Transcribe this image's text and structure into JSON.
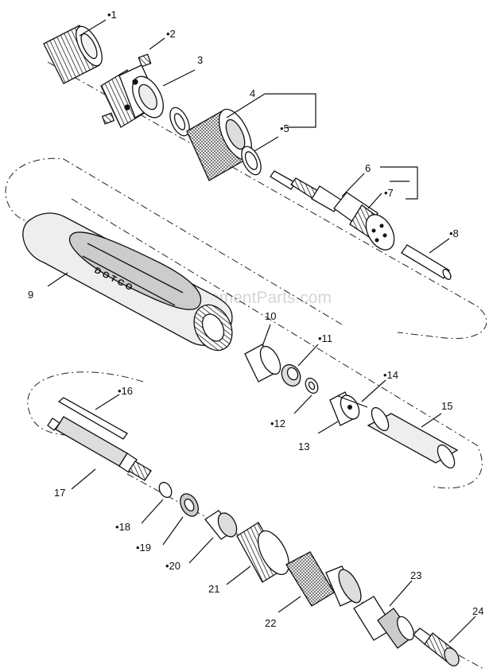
{
  "watermark": "eReplacementParts.com",
  "brand_text": "DOTCO",
  "callouts": [
    {
      "id": "1",
      "text": "•1"
    },
    {
      "id": "2",
      "text": "•2"
    },
    {
      "id": "3",
      "text": "3"
    },
    {
      "id": "4",
      "text": "4"
    },
    {
      "id": "5",
      "text": "•5"
    },
    {
      "id": "6",
      "text": "6"
    },
    {
      "id": "7",
      "text": "•7"
    },
    {
      "id": "8",
      "text": "•8"
    },
    {
      "id": "9",
      "text": "9"
    },
    {
      "id": "10",
      "text": "10"
    },
    {
      "id": "11",
      "text": "•11"
    },
    {
      "id": "12",
      "text": "•12"
    },
    {
      "id": "13",
      "text": "13"
    },
    {
      "id": "14",
      "text": "•14"
    },
    {
      "id": "15",
      "text": "15"
    },
    {
      "id": "16",
      "text": "•16"
    },
    {
      "id": "17",
      "text": "17"
    },
    {
      "id": "18",
      "text": "•18"
    },
    {
      "id": "19",
      "text": "•19"
    },
    {
      "id": "20",
      "text": "•20"
    },
    {
      "id": "21",
      "text": "21"
    },
    {
      "id": "22",
      "text": "22"
    },
    {
      "id": "23",
      "text": "23"
    },
    {
      "id": "24",
      "text": "24"
    }
  ]
}
